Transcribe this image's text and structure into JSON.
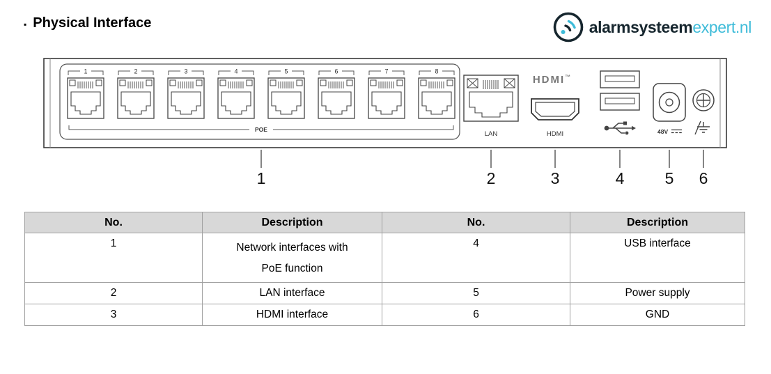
{
  "page": {
    "bullet": "▪",
    "title": "Physical Interface"
  },
  "logo": {
    "brand_bold": "alarmsysteem",
    "brand_light": "expert.nl",
    "accent_color": "#3fbcd9",
    "dark_color": "#16262e"
  },
  "diagram": {
    "port_numbers": [
      "1",
      "2",
      "3",
      "4",
      "5",
      "6",
      "7",
      "8"
    ],
    "poe_label": "POE",
    "lan_label": "LAN",
    "hdmi_logo": "HDMI",
    "hdmi_tm": "™",
    "hdmi_label": "HDMI",
    "power_label": "48V",
    "callouts": [
      "1",
      "2",
      "3",
      "4",
      "5",
      "6"
    ]
  },
  "table": {
    "header_bg": "#d8d8d8",
    "headers": [
      "No.",
      "Description",
      "No.",
      "Description"
    ],
    "rows": [
      {
        "no1": "1",
        "desc1": "Network interfaces with PoE function",
        "no2": "4",
        "desc2": "USB interface"
      },
      {
        "no1": "2",
        "desc1": "LAN interface",
        "no2": "5",
        "desc2": "Power supply"
      },
      {
        "no1": "3",
        "desc1": "HDMI interface",
        "no2": "6",
        "desc2": "GND"
      }
    ]
  }
}
